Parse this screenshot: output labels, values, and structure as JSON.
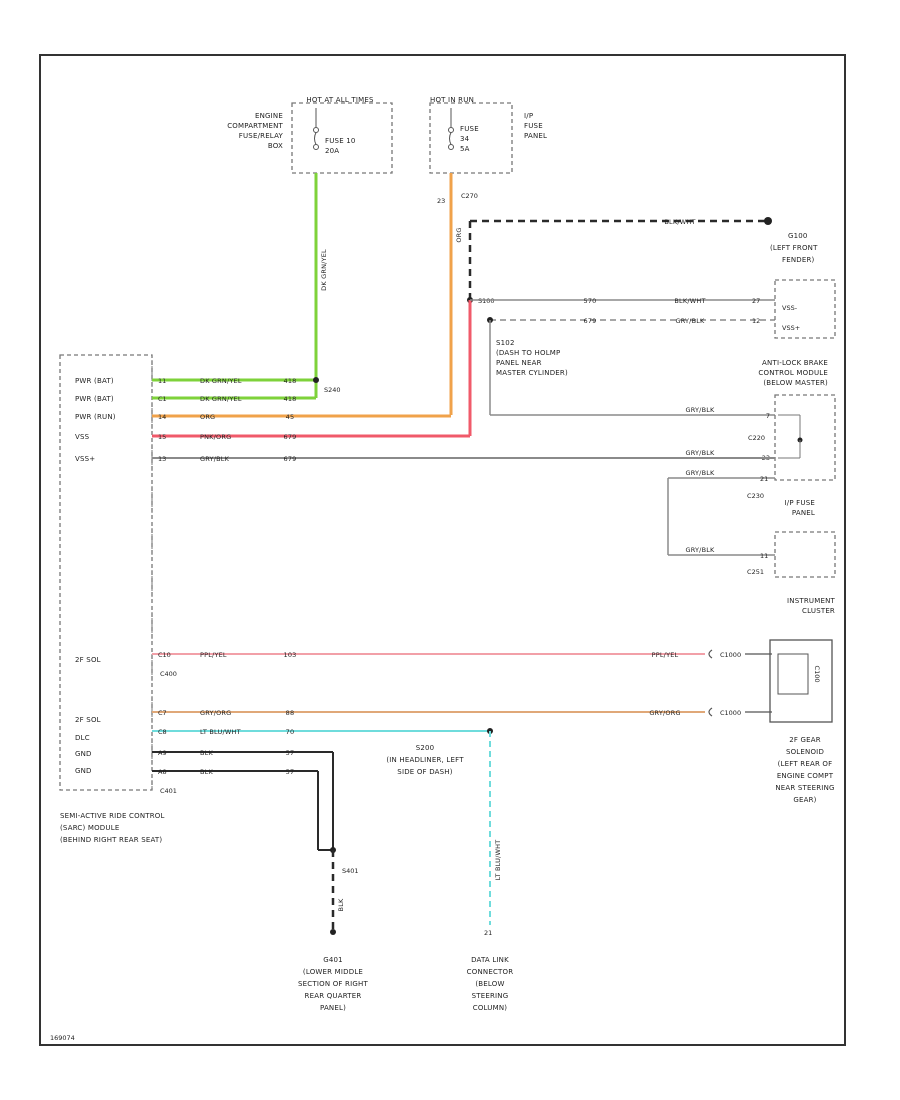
{
  "fuse_box_1": {
    "header": "HOT AT ALL TIMES",
    "location_lines": [
      "ENGINE",
      "COMPARTMENT",
      "FUSE/RELAY",
      "BOX"
    ],
    "fuse_lines": [
      "FUSE 10",
      "20A"
    ]
  },
  "fuse_box_2": {
    "header": "HOT IN RUN",
    "fuse_lines": [
      "FUSE",
      "34",
      "5A"
    ],
    "location_lines": [
      "I/P",
      "FUSE",
      "PANEL"
    ],
    "pin": "23",
    "connector": "C270"
  },
  "grounds": {
    "g100": {
      "id": "G100",
      "lines": [
        "(LEFT FRONT",
        "FENDER)"
      ],
      "wire": "BLK/WHT"
    },
    "g401": {
      "id": "G401",
      "lines": [
        "(LOWER MIDDLE",
        "SECTION OF RIGHT",
        "REAR QUARTER",
        "PANEL)"
      ]
    }
  },
  "splices": {
    "s100": "S100",
    "s102": {
      "id": "S102",
      "lines": [
        "(DASH TO HOLMP",
        "PANEL NEAR",
        "MASTER CYLINDER)"
      ]
    },
    "s200": {
      "id": "S200",
      "lines": [
        "(IN HEADLINER, LEFT",
        "SIDE OF DASH)"
      ]
    },
    "s240": "S240",
    "s401": "S401"
  },
  "abs_module": {
    "lines": [
      "ANTI-LOCK BRAKE",
      "CONTROL MODULE",
      "(BELOW MASTER)"
    ],
    "pins": [
      "VSS-",
      "VSS+"
    ],
    "connector": "C220",
    "rows": [
      {
        "circuit": "570",
        "color": "BLK/WHT",
        "pin": "27"
      },
      {
        "circuit": "679",
        "color": "GRY/BLK",
        "pin": "12"
      }
    ]
  },
  "ip_fuse_panel": {
    "lines": [
      "I/P FUSE",
      "PANEL"
    ],
    "connector": "C230",
    "wire": "GRY/BLK",
    "pin": "21"
  },
  "instrument_cluster": {
    "lines": [
      "INSTRUMENT",
      "CLUSTER"
    ],
    "connector": "C251",
    "wire": "GRY/BLK",
    "pin": "11"
  },
  "main_module": {
    "lines": [
      "SEMI-ACTIVE RIDE CONTROL",
      "(SARC) MODULE",
      "(BEHIND RIGHT REAR SEAT)"
    ],
    "connectors": [
      "C400",
      "C401"
    ],
    "pins": [
      {
        "name": "PWR (BAT)",
        "pin": "11",
        "color": "DK GRN/YEL",
        "circuit": "418"
      },
      {
        "name": "PWR (BAT)",
        "pin": "C1",
        "color": "DK GRN/YEL",
        "circuit": "418"
      },
      {
        "name": "PWR (RUN)",
        "pin": "14",
        "color": "ORG",
        "circuit": "45"
      },
      {
        "name": "VSS",
        "pin": "15",
        "color": "PNK/ORG",
        "circuit": "679"
      },
      {
        "name": "VSS+",
        "pin": "13",
        "color": "GRY/BLK",
        "circuit": "679"
      },
      {
        "name": "2F SOL",
        "pin": "C10",
        "color": "PPL/YEL",
        "circuit": "103"
      },
      {
        "name": "2F SOL",
        "pin": "C7",
        "color": "GRY/ORG",
        "circuit": "88"
      },
      {
        "name": "DLC",
        "pin": "C8",
        "color": "LT BLU/WHT",
        "circuit": "70"
      },
      {
        "name": "GND",
        "pin": "A9",
        "color": "BLK",
        "circuit": "57"
      },
      {
        "name": "GND",
        "pin": "A8",
        "color": "BLK",
        "circuit": "57"
      }
    ]
  },
  "vertical_wires": {
    "fuse1_down": "DK GRN/YEL",
    "fuse2_down": "ORG",
    "dlc_down": "LT BLU/WHT",
    "gnd_down": "BLK",
    "g401_wire": "BLK"
  },
  "solenoid": {
    "lines": [
      "2F GEAR",
      "SOLENOID",
      "(LEFT REAR OF",
      "ENGINE COMPT",
      "NEAR STEERING",
      "GEAR)"
    ],
    "label": "C100",
    "rows": [
      {
        "color": "PPL/YEL",
        "connector": "C1000"
      },
      {
        "color": "GRY/ORG",
        "connector": "C1000"
      }
    ]
  },
  "dlc": {
    "lines": [
      "DATA LINK",
      "CONNECTOR",
      "(BELOW",
      "STEERING",
      "COLUMN)"
    ],
    "pin": "21"
  },
  "footer": "169074",
  "colors": {
    "green": "#7ed23a",
    "orange": "#f0a24a",
    "red": "#f05a6a",
    "gray": "#8a8a8a",
    "dark": "#2a2a2a",
    "pink": "#f2a0a8",
    "tan": "#e0a878",
    "cyan": "#6fdcdc"
  }
}
